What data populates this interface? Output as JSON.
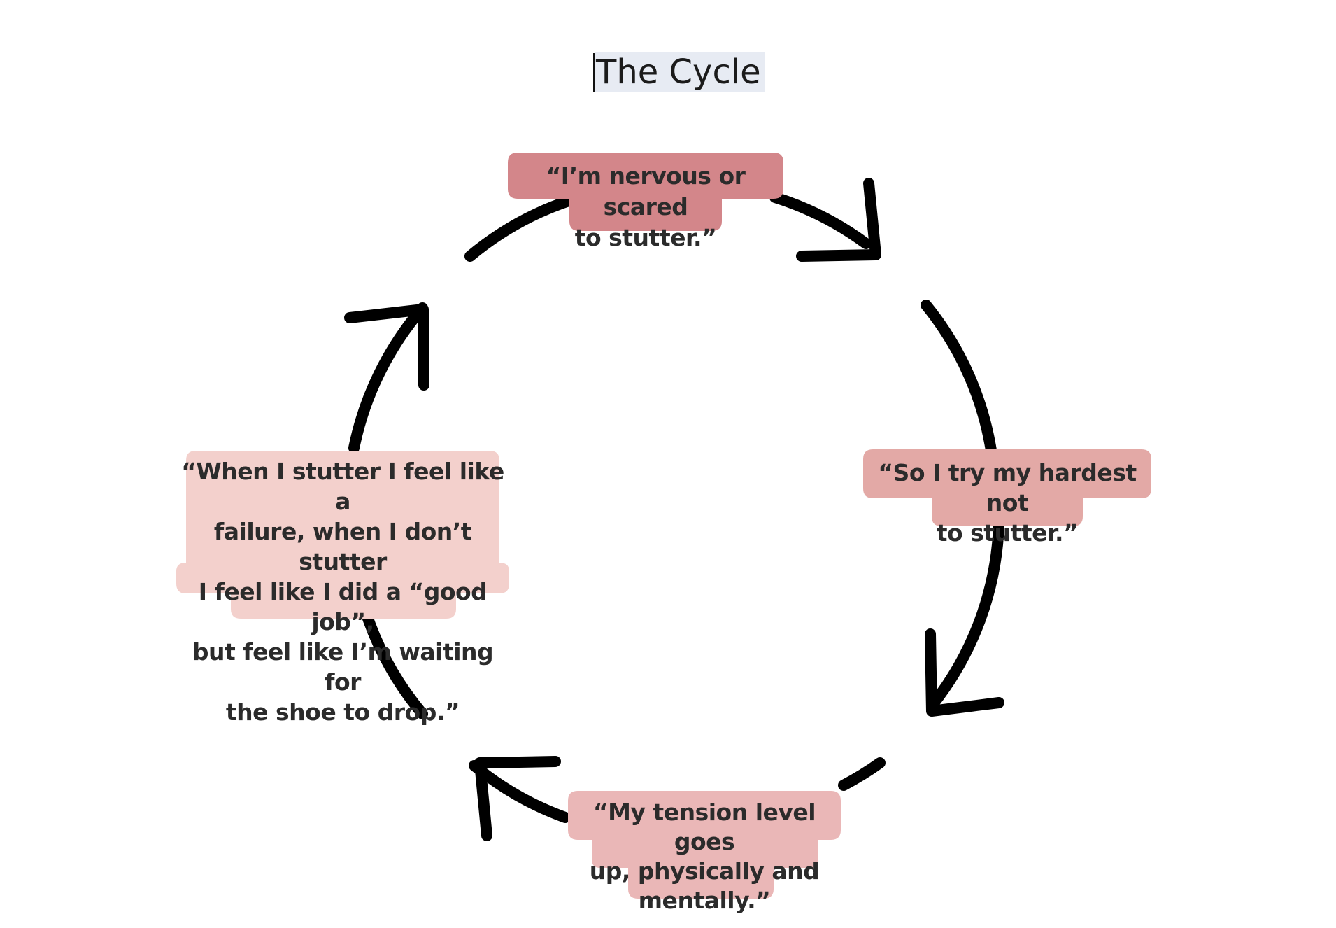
{
  "document": {
    "title": "The Cycle"
  },
  "colors": {
    "arrow": "#000000",
    "node_1_fill": "#d3868a",
    "node_2_fill": "#e3a9a6",
    "node_3_fill": "#eab7b7",
    "node_4_fill": "#f3d0cc"
  },
  "cycle": {
    "nodes": [
      {
        "id": "nervous",
        "text": "“I’m nervous or scared\nto stutter.”"
      },
      {
        "id": "try-hardest",
        "text": "“So I try my hardest not\nto stutter.”"
      },
      {
        "id": "tension",
        "text": "“My tension level goes\nup, physically and\nmentally.”"
      },
      {
        "id": "feel-failure",
        "text": "“When I stutter I feel like a\nfailure, when I don’t stutter\nI feel like I did a “good job”,\nbut feel like I’m waiting for\nthe shoe to drop.”"
      }
    ],
    "arrow_icons": [
      "arrowhead-icon",
      "arrowhead-icon",
      "arrowhead-icon",
      "arrowhead-icon"
    ]
  }
}
